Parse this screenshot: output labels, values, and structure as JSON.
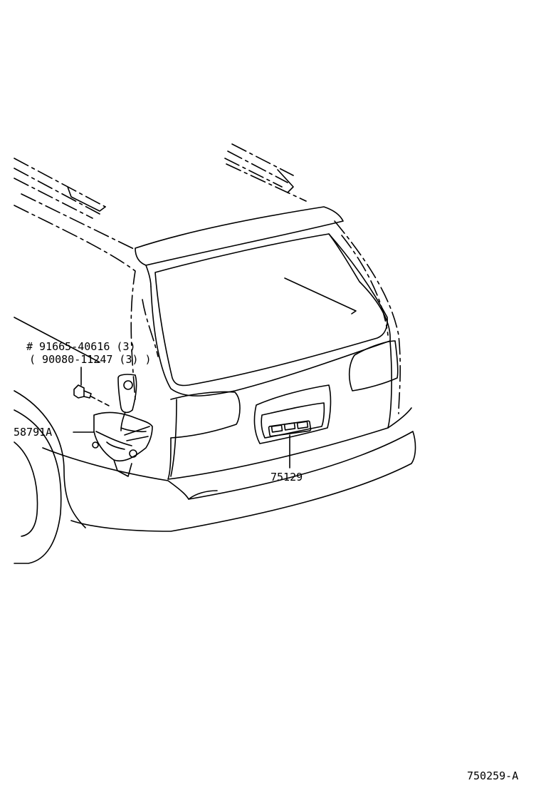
{
  "diagram": {
    "parts": {
      "bolt": {
        "part_number": "# 91665-40616 (3)",
        "alt_part_number": "( 90080-11247 (3) )"
      },
      "bracket": {
        "part_number": "58791A"
      },
      "emblem": {
        "part_number": "75129"
      }
    },
    "diagram_id": "750259-A"
  },
  "colors": {
    "line": "#000000",
    "background": "#ffffff"
  }
}
